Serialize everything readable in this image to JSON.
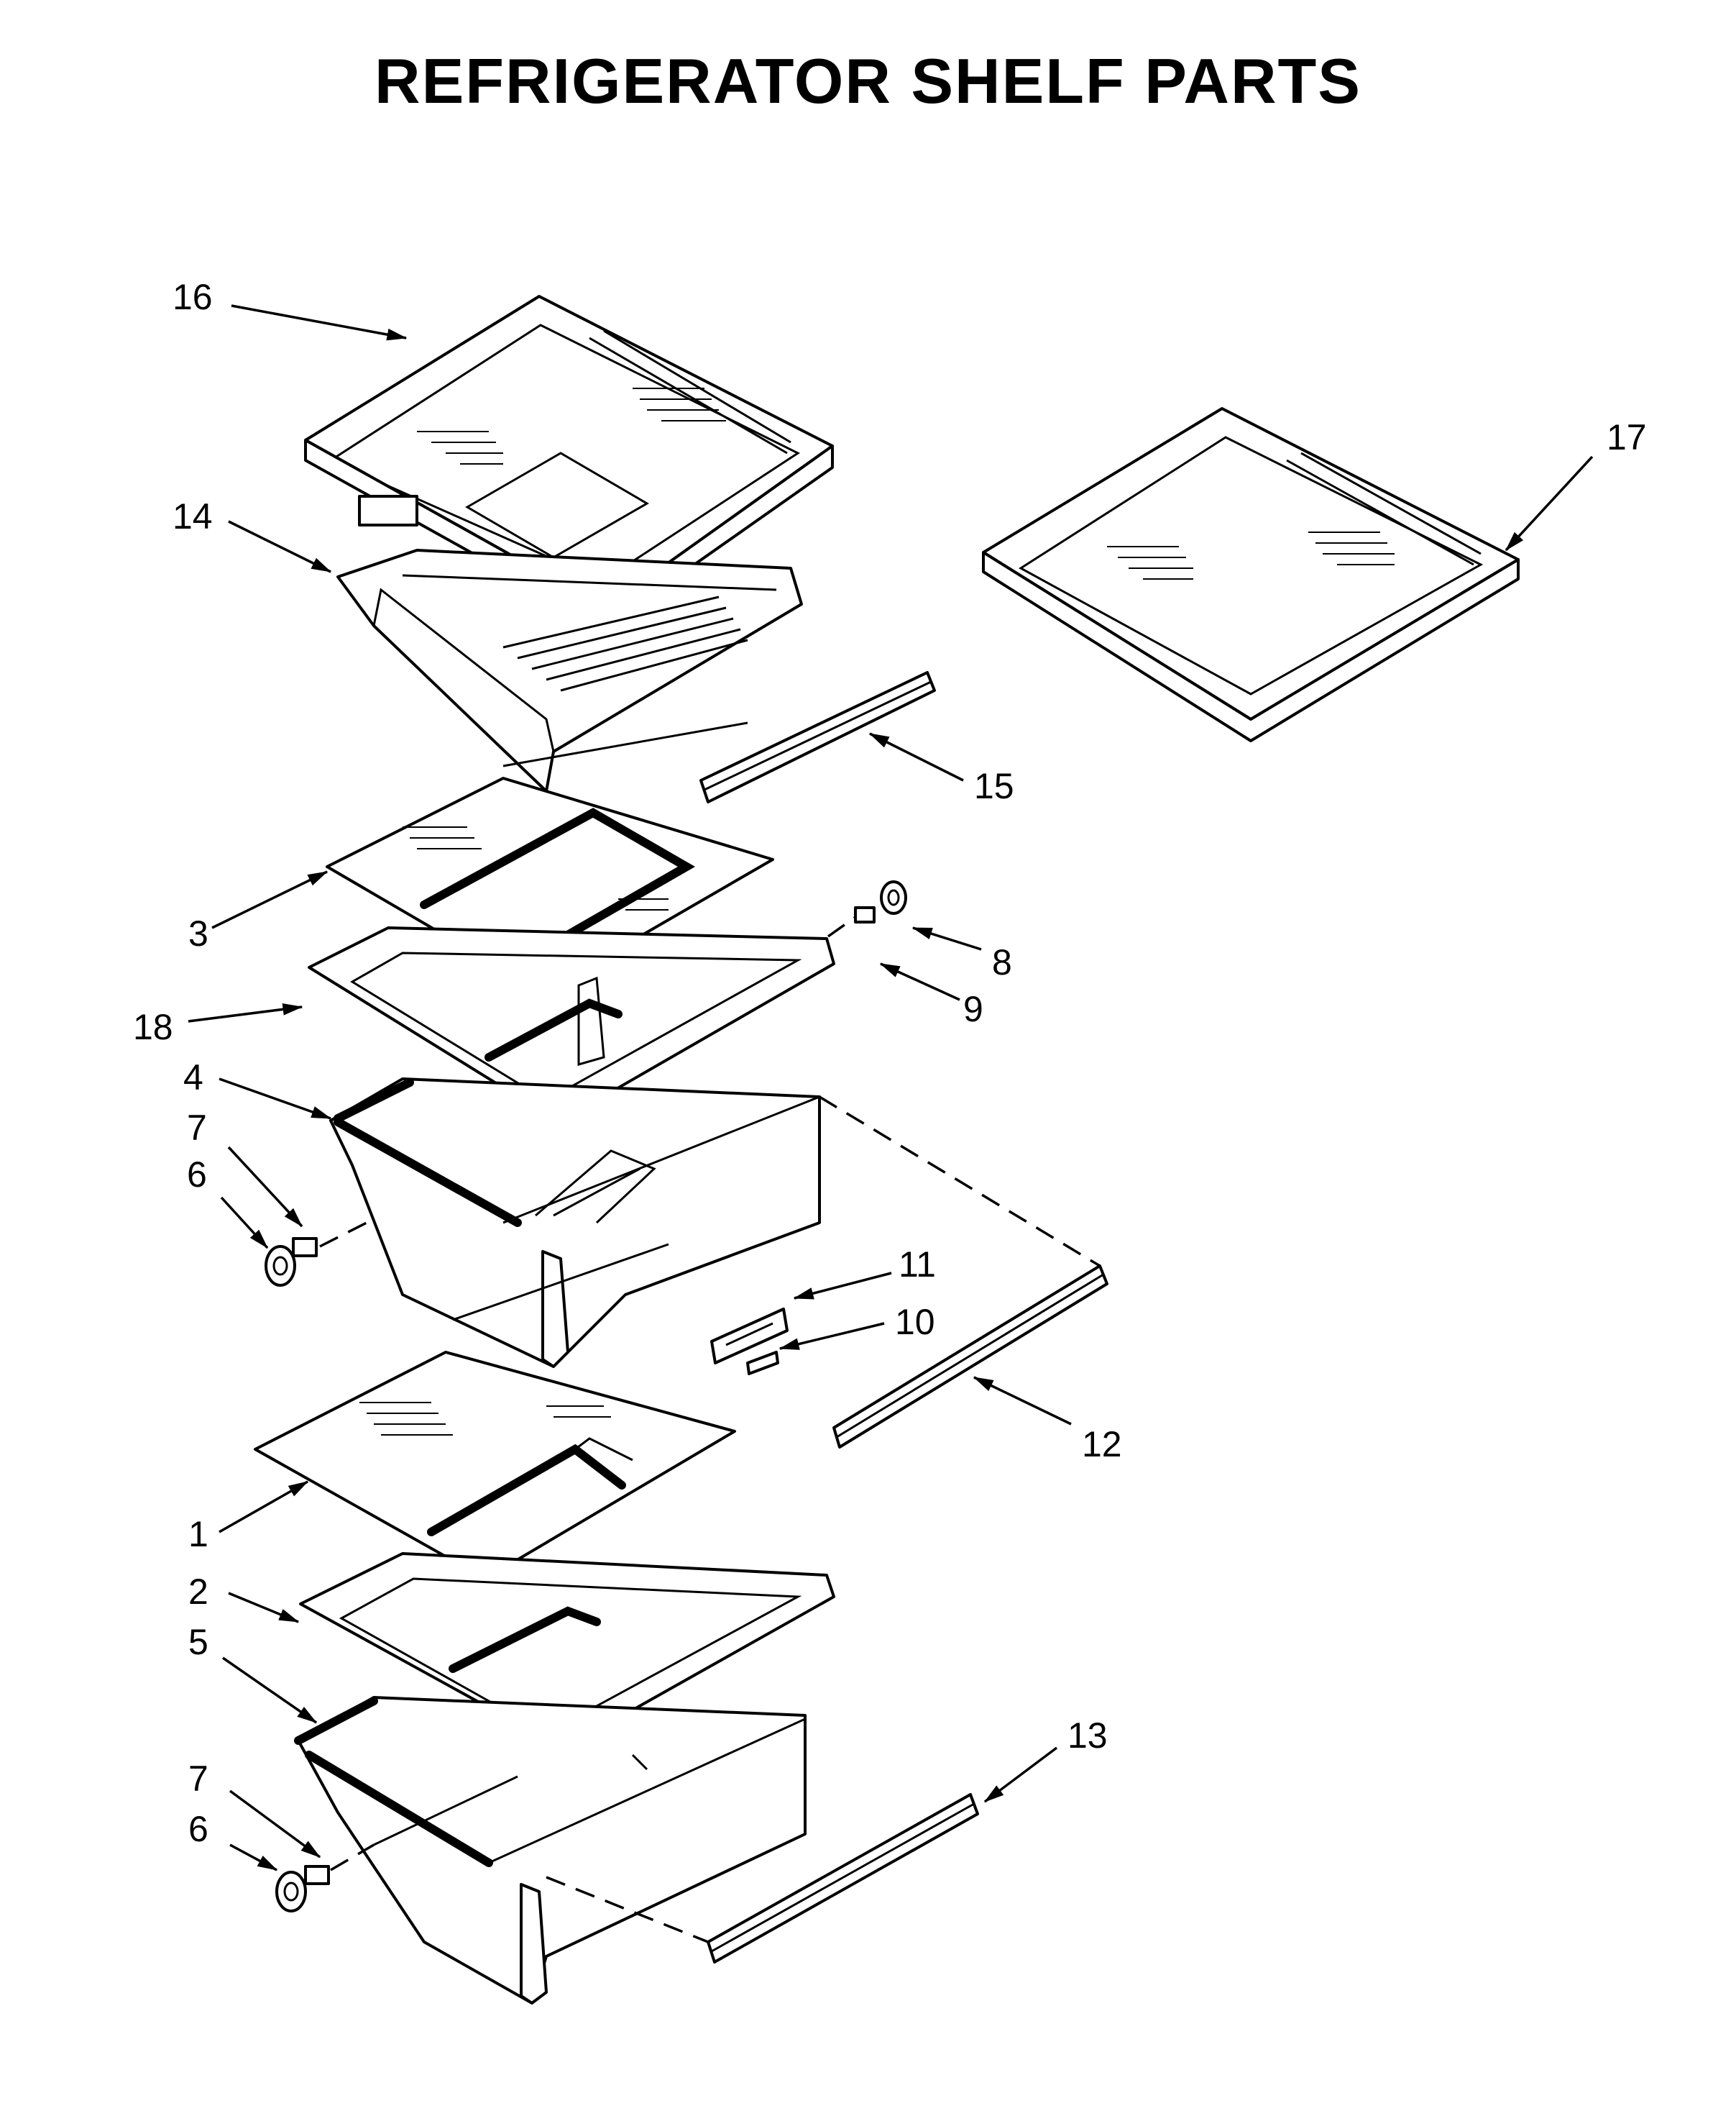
{
  "title": "REFRIGERATOR SHELF PARTS",
  "callouts": [
    {
      "id": "16",
      "text": "16"
    },
    {
      "id": "17",
      "text": "17"
    },
    {
      "id": "14",
      "text": "14"
    },
    {
      "id": "15",
      "text": "15"
    },
    {
      "id": "3",
      "text": "3"
    },
    {
      "id": "8",
      "text": "8"
    },
    {
      "id": "9",
      "text": "9"
    },
    {
      "id": "18",
      "text": "18"
    },
    {
      "id": "4",
      "text": "4"
    },
    {
      "id": "7a",
      "text": "7"
    },
    {
      "id": "6a",
      "text": "6"
    },
    {
      "id": "11",
      "text": "11"
    },
    {
      "id": "10",
      "text": "10"
    },
    {
      "id": "12",
      "text": "12"
    },
    {
      "id": "1",
      "text": "1"
    },
    {
      "id": "2",
      "text": "2"
    },
    {
      "id": "5",
      "text": "5"
    },
    {
      "id": "13",
      "text": "13"
    },
    {
      "id": "7b",
      "text": "7"
    },
    {
      "id": "6b",
      "text": "6"
    }
  ]
}
